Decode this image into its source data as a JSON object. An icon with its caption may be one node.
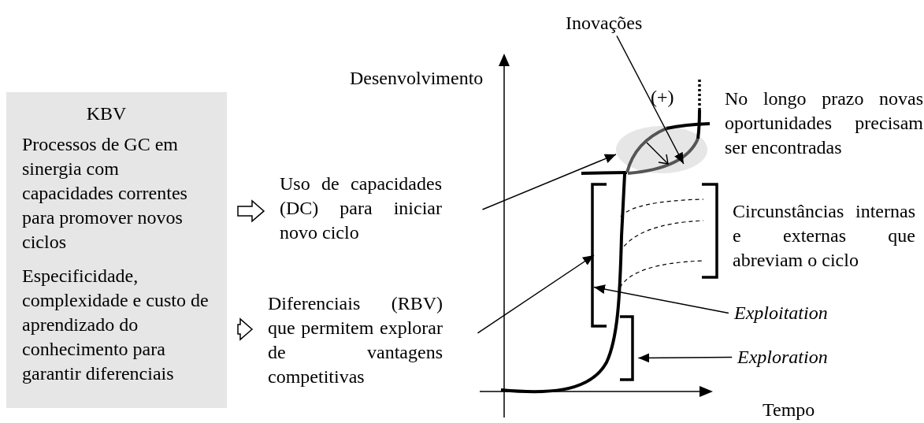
{
  "diagram": {
    "nodes": [
      {
        "text": [
          "KBV",
          "Processos de GC em sinergia com capacidades correntes para promover novos ciclos",
          "Especificidade, complexidade e custo de aprendizado do conhecimento para garantir diferenciais"
        ]
      },
      {
        "text": [
          "Uso de capacidades (DC) para iniciar novo ciclo"
        ]
      },
      {
        "text": [
          "Diferenciais (RBV) que permitem explorar de vantagens competitivas"
        ]
      },
      {
        "text": [
          "Inovações"
        ]
      },
      {
        "text": [],
        "shape": "ellipse"
      },
      {
        "text": [
          "Exploitation"
        ]
      },
      {
        "text": [
          "Exploration"
        ]
      },
      {
        "text": [],
        "shape": "bracket"
      },
      {
        "text": [],
        "shape": "bracket"
      }
    ],
    "edges": [
      {
        "from": 0,
        "to": 1,
        "arrow": "to"
      },
      {
        "from": 0,
        "to": 2,
        "arrow": "to"
      },
      {
        "from": 1,
        "to": 4,
        "arrow": "to"
      },
      {
        "from": 2,
        "to": 7,
        "arrow": "to"
      },
      {
        "from": 3,
        "to": 4,
        "arrow": "to"
      },
      {
        "from": 5,
        "to": 7,
        "arrow": "to"
      },
      {
        "from": 6,
        "to": 8,
        "arrow": "to"
      }
    ],
    "labels": [
      "Desenvolvimento",
      "(+)",
      "No longo prazo novas oportunidades precisam ser encontradas",
      "Circunstâncias internas e externas que abreviam o ciclo",
      "Tempo"
    ]
  }
}
